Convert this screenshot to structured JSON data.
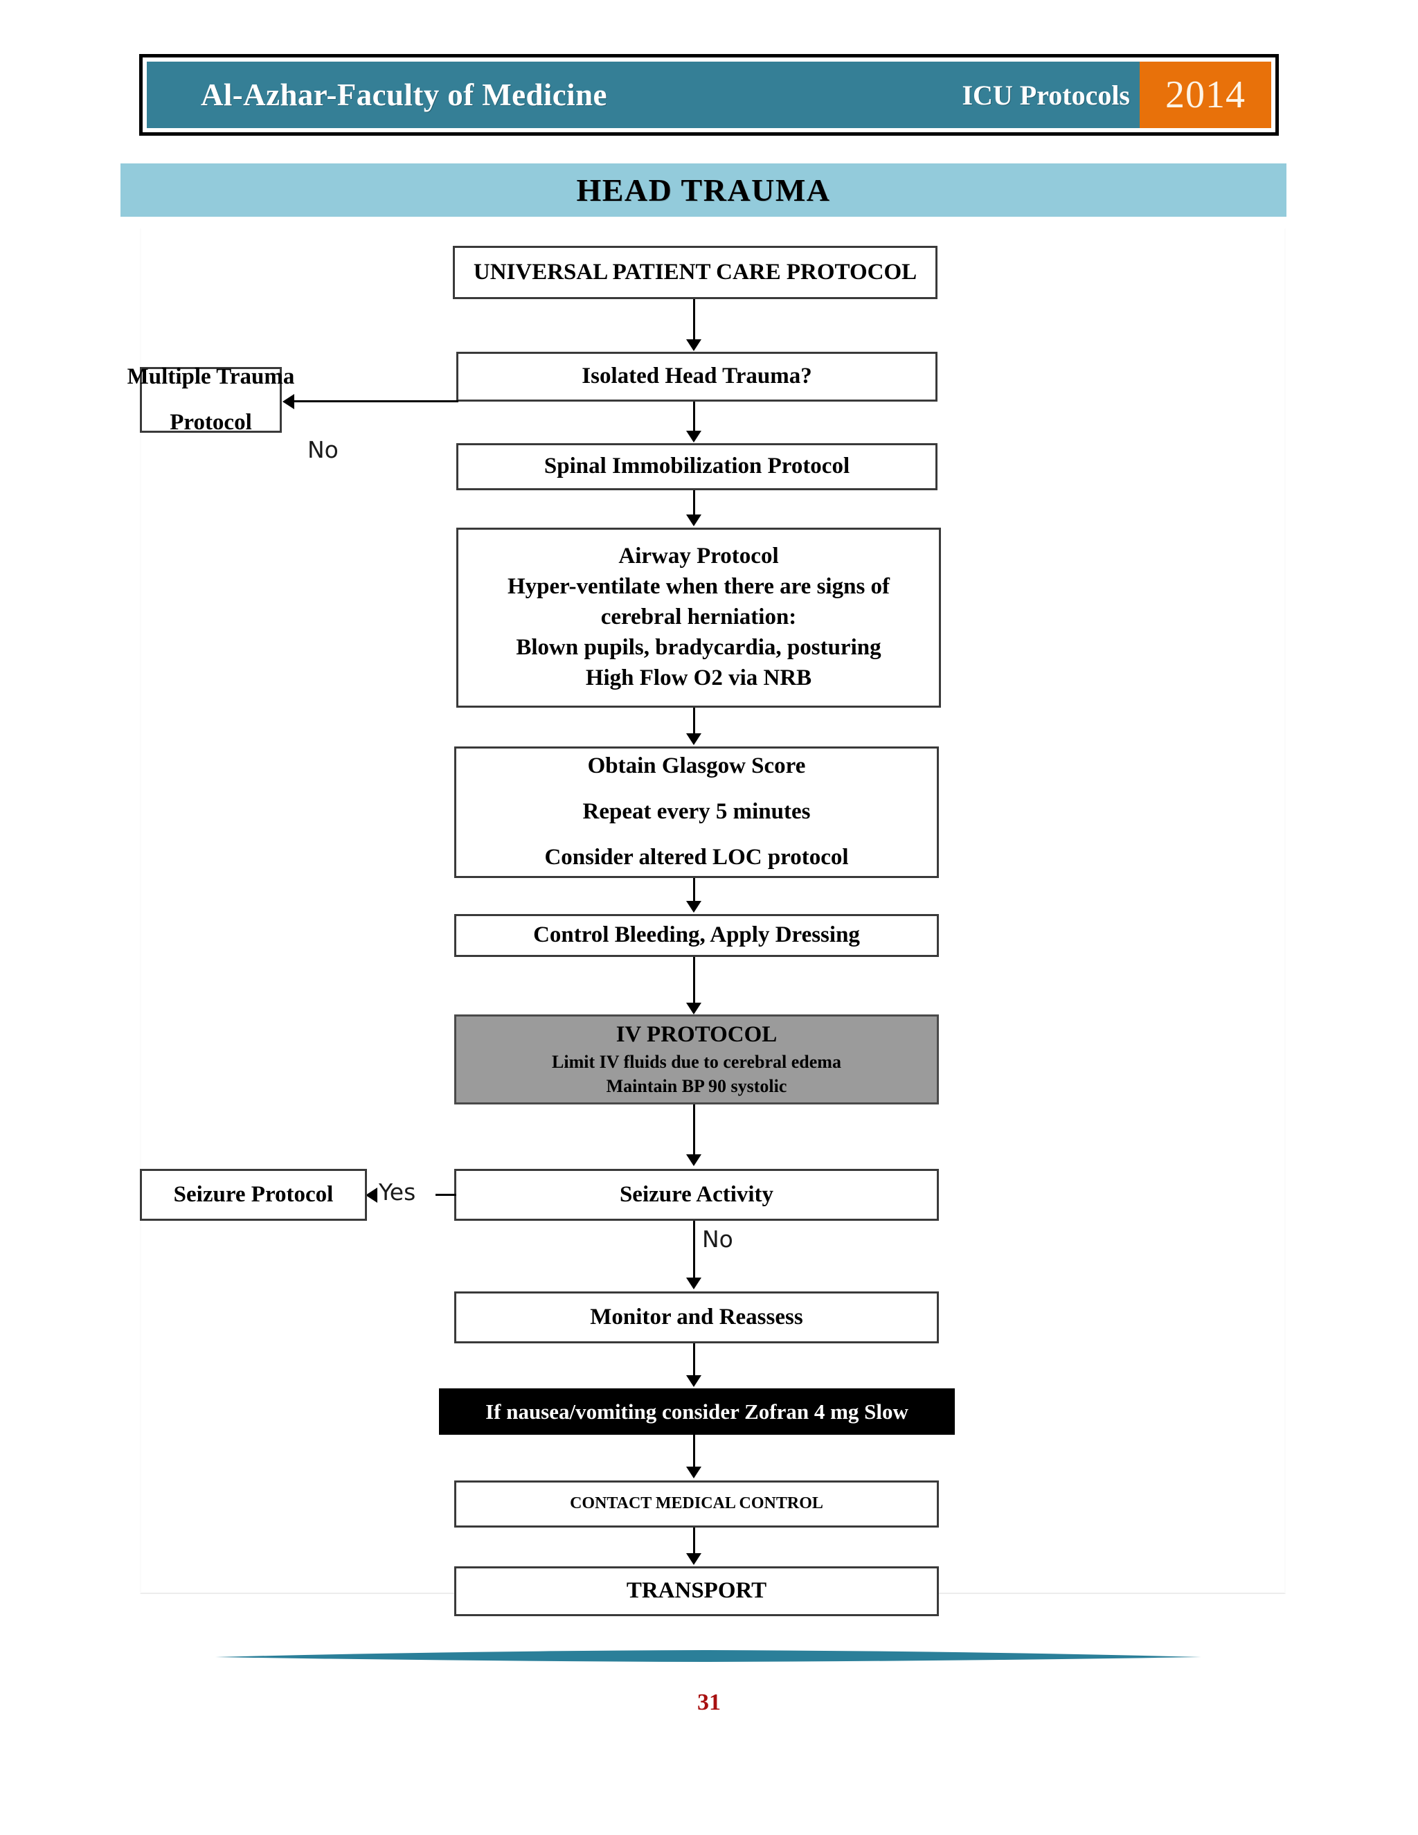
{
  "header": {
    "institution": "Al-Azhar-Faculty of Medicine",
    "document_title": "ICU Protocols",
    "year": "2014",
    "colors": {
      "bar": "#357f96",
      "year_box": "#e8710a",
      "frame": "#000000"
    }
  },
  "section": {
    "title": "HEAD TRAUMA",
    "band_color": "#93cbdb"
  },
  "flowchart": {
    "type": "flowchart",
    "nodes": [
      {
        "id": "universal",
        "label": "UNIVERSAL PATIENT CARE PROTOCOL",
        "style": "white"
      },
      {
        "id": "isolated",
        "label": "Isolated Head Trauma?",
        "style": "white"
      },
      {
        "id": "multiple",
        "line1": "Multiple Trauma",
        "line2": "Protocol",
        "style": "white"
      },
      {
        "id": "spinal",
        "label": "Spinal Immobilization Protocol",
        "style": "white"
      },
      {
        "id": "airway",
        "line1": "Airway Protocol",
        "line2": "Hyper-ventilate when there are signs of",
        "line3": "cerebral herniation:",
        "line4": "Blown pupils, bradycardia, posturing",
        "line5": "High Flow O2 via NRB",
        "style": "white"
      },
      {
        "id": "glasgow",
        "line1": "Obtain Glasgow Score",
        "line2": "Repeat every 5 minutes",
        "line3": "Consider altered LOC protocol",
        "style": "white"
      },
      {
        "id": "bleeding",
        "label": "Control Bleeding, Apply Dressing",
        "style": "white"
      },
      {
        "id": "iv",
        "line1": "IV PROTOCOL",
        "line2": "Limit IV fluids due to cerebral edema",
        "line3": "Maintain BP 90 systolic",
        "style": "gray"
      },
      {
        "id": "seizure_act",
        "label": "Seizure Activity",
        "style": "white"
      },
      {
        "id": "seizure_pro",
        "label": "Seizure Protocol",
        "style": "white"
      },
      {
        "id": "monitor",
        "label": "Monitor and Reassess",
        "style": "white"
      },
      {
        "id": "zofran",
        "label": "If nausea/vomiting consider Zofran 4 mg Slow",
        "style": "black"
      },
      {
        "id": "contact",
        "label": "CONTACT MEDICAL CONTROL",
        "style": "white"
      },
      {
        "id": "transport",
        "label": "TRANSPORT",
        "style": "white"
      }
    ],
    "edge_labels": {
      "isolated_no": "No",
      "seizure_yes": "Yes",
      "seizure_no": "No"
    },
    "node_colors": {
      "gray_fill": "#9b9b9b",
      "black_fill": "#000000",
      "border": "#3a3a3a"
    }
  },
  "footer": {
    "page_number": "31",
    "page_number_color": "#a81010",
    "ornament_color": "#2b7f99"
  }
}
